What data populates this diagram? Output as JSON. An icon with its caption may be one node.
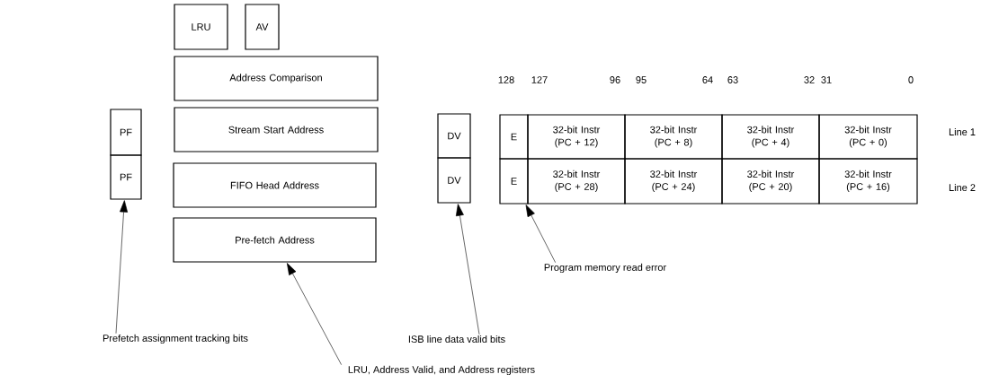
{
  "diagram": {
    "nodes": [
      {
        "text": [
          "PF"
        ]
      },
      {
        "text": [
          "PF"
        ]
      },
      {
        "text": [
          "LRU"
        ]
      },
      {
        "text": [
          "AV"
        ]
      },
      {
        "text": [
          "Address Comparison"
        ]
      },
      {
        "text": [
          "Stream Start Address"
        ]
      },
      {
        "text": [
          "FIFO Head Address"
        ]
      },
      {
        "text": [
          "Pre-fetch Address"
        ]
      },
      {
        "text": [
          "DV"
        ]
      },
      {
        "text": [
          "DV"
        ]
      },
      {
        "text": [
          "E"
        ]
      },
      {
        "text": [
          "32-bit Instr (PC + 12)"
        ]
      },
      {
        "text": [
          "32-bit Instr (PC + 8)"
        ]
      },
      {
        "text": [
          "32-bit Instr (PC + 4)"
        ]
      },
      {
        "text": [
          "32-bit Instr (PC + 0)"
        ]
      },
      {
        "text": [
          "E"
        ]
      },
      {
        "text": [
          "32-bit Instr (PC + 28)"
        ]
      },
      {
        "text": [
          "32-bit Instr (PC + 24)"
        ]
      },
      {
        "text": [
          "32-bit Instr (PC + 20)"
        ]
      },
      {
        "text": [
          "32-bit Instr (PC + 16)"
        ]
      },
      {
        "text": [
          "Program memory read error"
        ]
      },
      {
        "text": [
          "Prefetch assignment tracking bits"
        ]
      },
      {
        "text": [
          "ISB line data valid bits"
        ]
      },
      {
        "text": [
          "LRU, Address Valid, and Address registers"
        ]
      }
    ],
    "edges": [
      {
        "from": 20,
        "to": 15,
        "arrow": "to"
      },
      {
        "from": 21,
        "to": 1,
        "arrow": "to"
      },
      {
        "from": 22,
        "to": 9,
        "arrow": "to"
      },
      {
        "from": 23,
        "to": 7,
        "arrow": "to"
      }
    ],
    "labels": [
      "128",
      "127",
      "96",
      "95",
      "64",
      "63",
      "32",
      "31",
      "0",
      "Line 1",
      "Line 2"
    ]
  }
}
